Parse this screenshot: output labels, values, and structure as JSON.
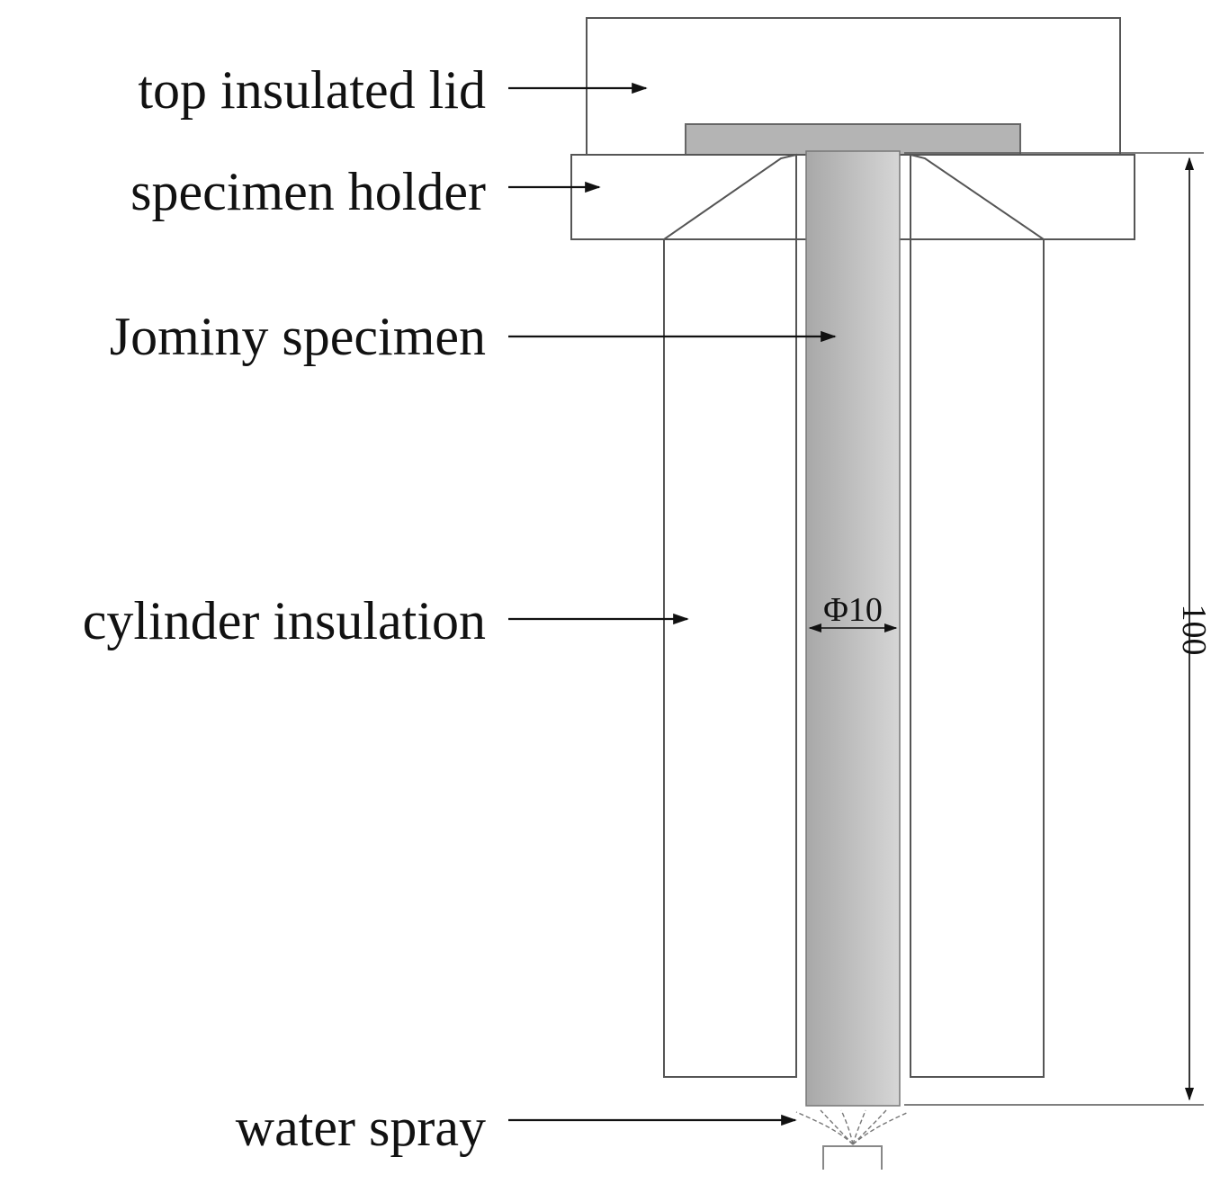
{
  "labels": {
    "top_lid": "top insulated lid",
    "holder": "specimen holder",
    "specimen": "Jominy specimen",
    "insulation": "cylinder insulation",
    "spray": "water spray"
  },
  "dimensions": {
    "diameter": "Φ10",
    "length": "100"
  },
  "colors": {
    "hatch": "#8a8a8a",
    "outline": "#555555",
    "specimen_dark": "#a8a8a8",
    "specimen_light": "#d6d6d6",
    "cap": "#b4b4b4"
  }
}
